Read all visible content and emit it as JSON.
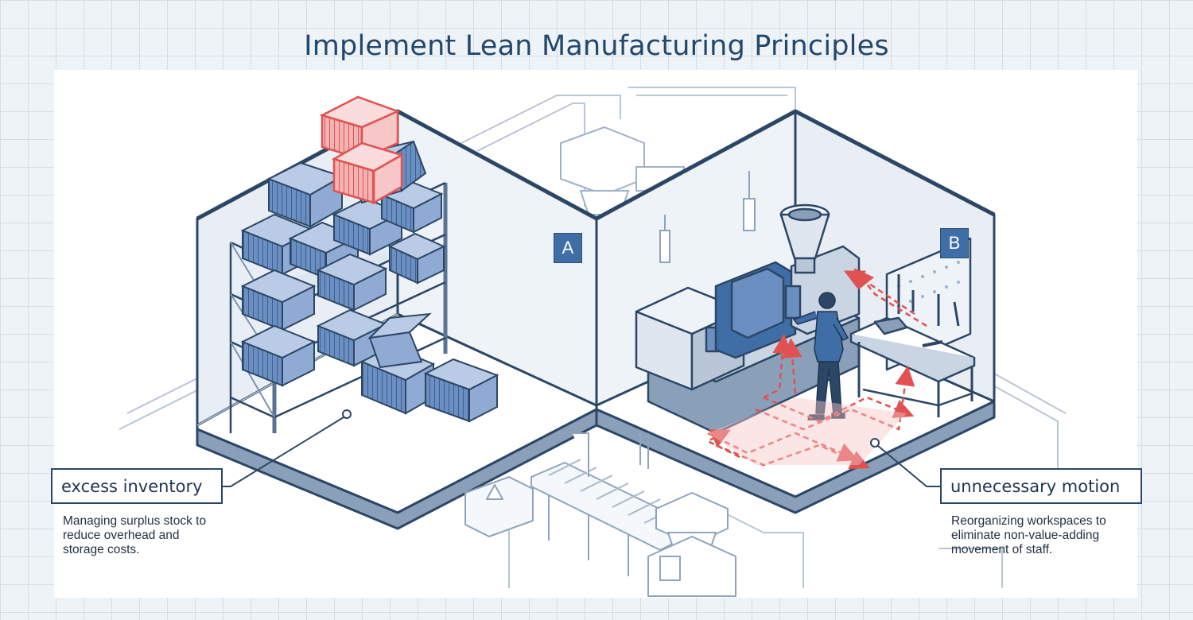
{
  "title": "Implement Lean Manufacturing Principles",
  "zones": [
    {
      "tag": "A"
    },
    {
      "tag": "B"
    }
  ],
  "callouts": [
    {
      "label": "excess inventory",
      "description_lines": [
        "Managing surplus stock to",
        "reduce overhead and",
        "storage costs."
      ]
    },
    {
      "label": "unnecessary motion",
      "description_lines": [
        "Reorganizing workspaces to",
        "eliminate non-value-adding",
        "movement of staff."
      ]
    }
  ],
  "colors": {
    "line": "#2c4766",
    "accent_blue": "#3f6da5",
    "waste_red": "#e05252",
    "grid": "#d3dde8"
  }
}
